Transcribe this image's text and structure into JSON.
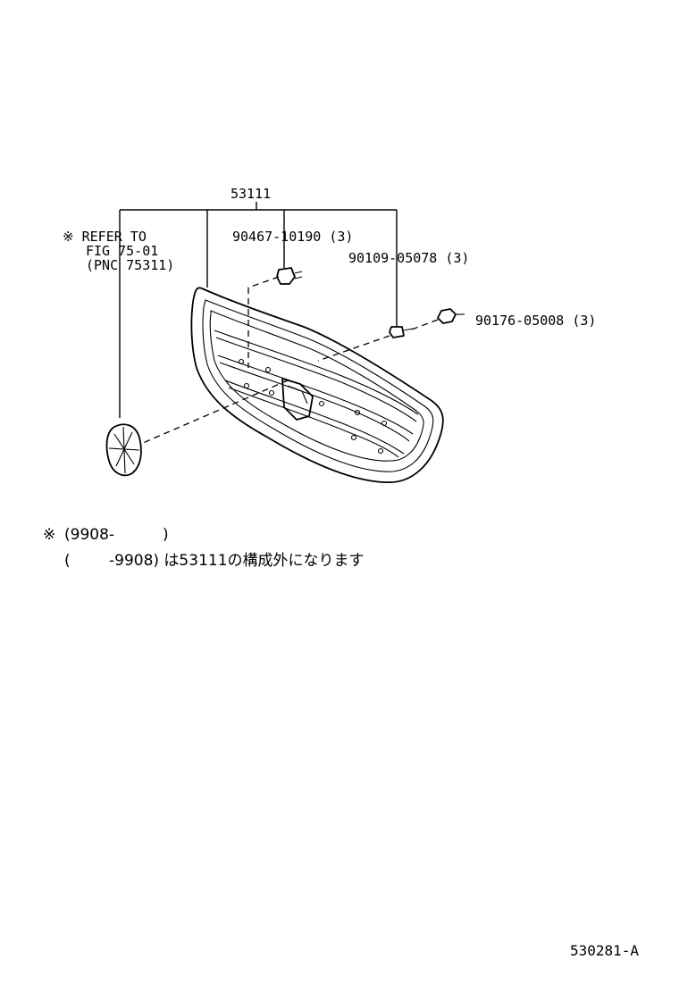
{
  "labels": {
    "main_part": "53111",
    "refer_line1": "※ REFER TO",
    "refer_line2": "FIG 75-01",
    "refer_line3": "(PNC 75311)",
    "clip_part": "90467-10190 (3)",
    "screw_part": "90109-05078 (3)",
    "nut_part": "90176-05008 (3)"
  },
  "notes": {
    "line1_mark": "※",
    "line1_open": "(9908-",
    "line1_close": ")",
    "line2_open": "(",
    "line2_text": "-9908) は53111の構成外になります"
  },
  "figure_code": "530281-A"
}
